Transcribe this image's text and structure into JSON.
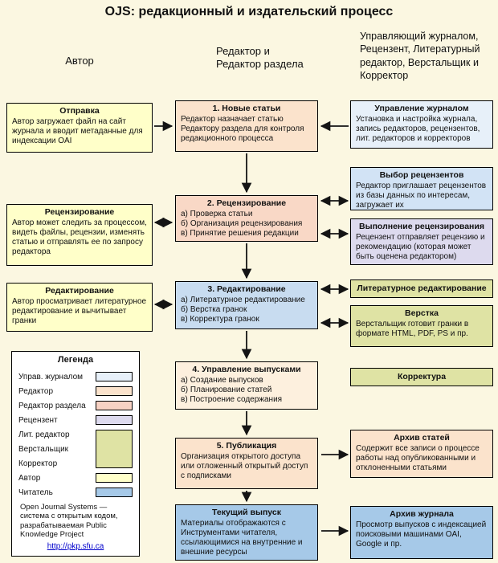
{
  "title": "OJS: редакционный и издательский процесс",
  "column_headers": {
    "author": "Автор",
    "editor": "Редактор и\nРедактор раздела",
    "staff": "Управляющий журналом,\nРецензент, Литературный\nредактор, Верстальщик и\nКорректор"
  },
  "author_boxes": [
    {
      "title": "Отправка",
      "body": "Автор загружает файл на сайт журнала и вводит метаданные для индексации OAI"
    },
    {
      "title": "Рецензирование",
      "body": "Автор может следить за процессом, видеть файлы, рецензии, изменять статью и отправлять ее по запросу редактора"
    },
    {
      "title": "Редактирование",
      "body": "Автор просматривает литературное редактирование и вычитывает гранки"
    }
  ],
  "editor_boxes": [
    {
      "title": "1. Новые статьи",
      "body": "Редактор назначает статью Редактору раздела для контроля редакционного процесса"
    },
    {
      "title": "2. Рецензирование",
      "body": "а) Проверка статьи\nб) Организация рецензирования\nв) Принятие решения редакции"
    },
    {
      "title": "3. Редактирование",
      "body": "а) Литературное редактирование\nб) Верстка гранок\nв) Корректура гранок"
    },
    {
      "title": "4. Управление выпусками",
      "body": "а) Создание выпусков\nб) Планирование статей\nв) Построение содержания"
    },
    {
      "title": "5. Публикация",
      "body": "Организация открытого доступа или отложенный открытый доступ с подписками"
    },
    {
      "title": "Текущий выпуск",
      "body": "Материалы отображаются с Инструментами читателя, ссылающимися на внутренние и внешние ресурсы"
    }
  ],
  "staff_boxes": [
    {
      "title": "Управление журналом",
      "body": "Установка и настройка журнала, запись редакторов, рецензентов, лит. редакторов и корректоров"
    },
    {
      "title": "Выбор рецензентов",
      "body": "Редактор приглашает рецензентов из базы данных по интересам, загружает их"
    },
    {
      "title": "Выполнение рецензирования",
      "body": "Рецензент отправляет рецензию и рекомендацию (которая может быть оценена редактором)"
    },
    {
      "title": "Литературное редактирование",
      "body": ""
    },
    {
      "title": "Верстка",
      "body": "Верстальщик готовит гранки в формате HTML, PDF, PS и пр."
    },
    {
      "title": "Корректура",
      "body": ""
    },
    {
      "title": "Архив статей",
      "body": "Содержит все записи о процессе работы над опубликованными и отклоненными статьями"
    },
    {
      "title": "Архив журнала",
      "body": "Просмотр выпусков с индексацией поисковыми машинами OAI, Google и пр."
    }
  ],
  "legend": {
    "title": "Легенда",
    "items": [
      {
        "label": "Управ. журналом",
        "color": "#E7F0F9"
      },
      {
        "label": "Редактор",
        "color": "#FBE3CC"
      },
      {
        "label": "Редактор раздела",
        "color": "#F8D2C4"
      },
      {
        "label": "Рецензент",
        "color": "#DDDAEE"
      },
      {
        "label": "Лит. редактор",
        "color": "#DFE3A4"
      },
      {
        "label": "Верстальщик",
        "color": "#DFE3A4"
      },
      {
        "label": "Корректор",
        "color": "#DFE3A4"
      },
      {
        "label": "Автор",
        "color": "#FFFFC9"
      },
      {
        "label": "Читатель",
        "color": "#A6C9E8"
      }
    ],
    "note": "Open Journal Systems — система с открытым кодом, разрабатываемая Public Knowledge Project",
    "link": "http://pkp.sfu.ca"
  },
  "colors": {
    "page_bg": "#FBF7E1",
    "author": "#FFFFC9",
    "editor": "#FBE3CC",
    "section_editor": "#F9D8C6",
    "issue_mgmt": "#FDF0DE",
    "manager": "#E7F0F9",
    "select_blue": "#D2E3F5",
    "editing_blue": "#C8DCF0",
    "reviewer": "#DDDAEE",
    "staff_olive": "#DFE3A4",
    "reader": "#A6C9E8",
    "link": "#0000CC"
  }
}
